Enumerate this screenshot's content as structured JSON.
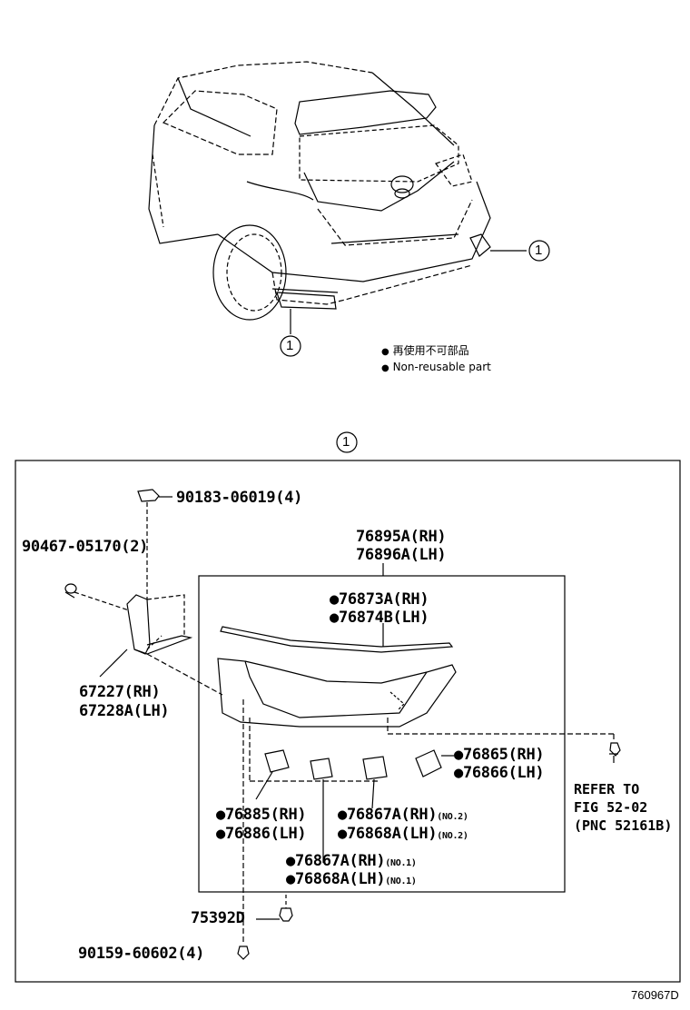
{
  "callout_number": "1",
  "legend": {
    "jp": "再使用不可部品",
    "en": "Non-reusable part"
  },
  "bullet": "●",
  "parts": {
    "p90183": "90183-06019(4)",
    "p90467": "90467-05170(2)",
    "p67227": "67227(RH)",
    "p67228": "67228A(LH)",
    "p76895": "76895A(RH)",
    "p76896": "76896A(LH)",
    "p76873": "76873A(RH)",
    "p76874": "76874B(LH)",
    "p76865": "76865(RH)",
    "p76866": "76866(LH)",
    "p76885": "76885(RH)",
    "p76886": "76886(LH)",
    "p76867a": "76867A(RH)",
    "p76868a": "76868A(LH)",
    "no2": "(NO.2)",
    "p76867b": "76867A(RH)",
    "p76868b": "76868A(LH)",
    "no1": "(NO.1)",
    "p75392": "75392D",
    "p90159": "90159-60602(4)"
  },
  "refer": {
    "line1": "REFER TO",
    "line2": "FIG 52-02",
    "line3": "(PNC 52161B)"
  },
  "figure_code": "760967D"
}
